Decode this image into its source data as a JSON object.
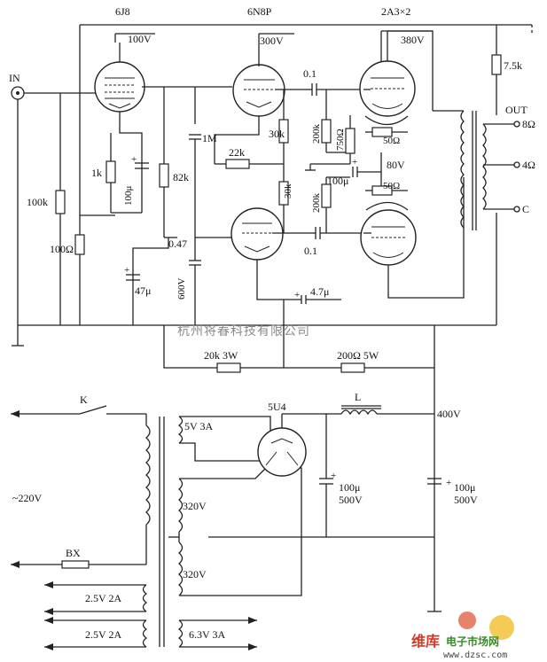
{
  "tubes": {
    "t1": "6J8",
    "t2": "6N8P",
    "t3": "2A3×2"
  },
  "voltages": {
    "v100": "100V",
    "v300": "300V",
    "v380": "380V",
    "v80": "80V",
    "v400": "400V"
  },
  "components": {
    "c01": "0.1",
    "c01b": "0.1",
    "r75k": "7.5k",
    "r1m": "1M",
    "r30k_a": "30k",
    "r30k_b": "30k",
    "r200k_a": "200k",
    "r200k_b": "200k",
    "r750": "750Ω",
    "r50_a": "50Ω",
    "r50_b": "50Ω",
    "c100u_k": "100μ",
    "r22k": "22k",
    "r1k": "1k",
    "c100u_a": "100μ",
    "r82k": "82k",
    "r100k": "100k",
    "r100ohm": "100Ω",
    "c047": "0.47",
    "c600v": "600V",
    "c47u": "47μ",
    "c47u_b": "4.7μ",
    "r20k3w": "20k 3W",
    "r200ohm5w": "200Ω 5W"
  },
  "io": {
    "in": "IN",
    "out": "OUT",
    "o8": "8Ω",
    "o4": "4Ω",
    "oc": "C"
  },
  "psu": {
    "k": "K",
    "rect": "5U4",
    "choke": "L",
    "w5v": "5V 3A",
    "w320a": "320V",
    "w320b": "320V",
    "mains": "~220V",
    "bx": "BX",
    "f25a": "2.5V 2A",
    "f25b": "2.5V 2A",
    "f63": "6.3V 3A",
    "c1_val": "100μ",
    "c1_v": "500V",
    "c2_val": "100μ",
    "c2_v": "500V"
  },
  "watermark": {
    "company": "杭州将春科技有限公司",
    "logo_a": "维库",
    "logo_b": "电子市场网",
    "logo_url": "www.dzsc.com"
  },
  "colors": {
    "line": "#222222",
    "watermark": "#8a8a8a",
    "logo_red": "#d23a2a",
    "logo_green": "#3a8a2a"
  }
}
